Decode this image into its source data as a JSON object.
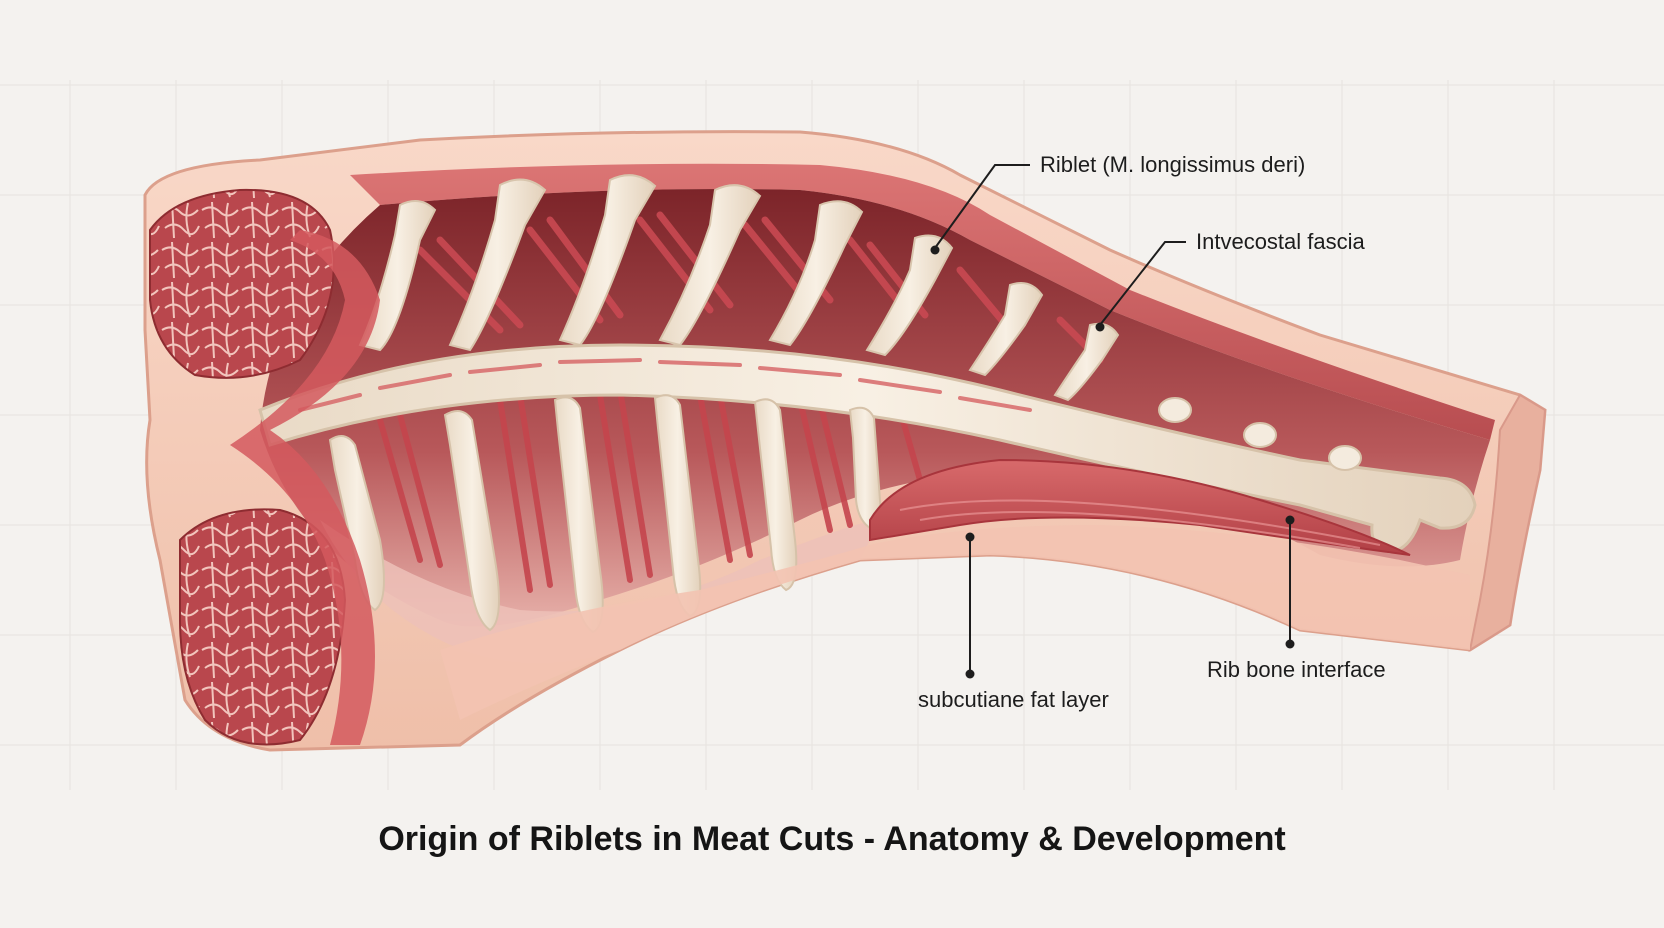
{
  "title": "Origin of Riblets in Meat Cuts - Anatomy & Development",
  "labels": {
    "riblet": "Riblet (M. longissimus deri)",
    "fascia": "Intvecostal fascia",
    "fat": "subcutiane fat layer",
    "bone": "Rib bone interface"
  },
  "colors": {
    "background": "#f4f2ef",
    "grid": "#e6e3df",
    "fat": "#f6cdbb",
    "muscle": "#c9555a",
    "muscle_dark": "#a8353c",
    "bone": "#f1e6d6",
    "cavity": "#8d2f34"
  }
}
